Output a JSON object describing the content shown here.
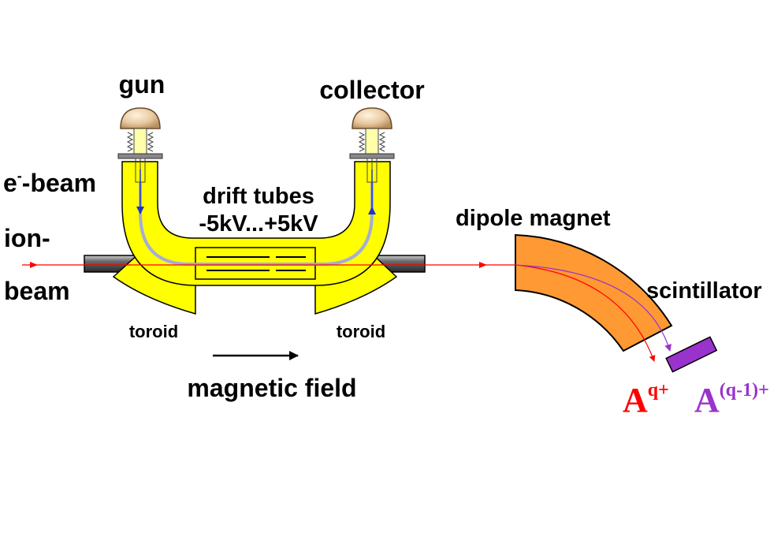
{
  "labels": {
    "gun": "gun",
    "collector": "collector",
    "e_beam_prefix": "e",
    "e_beam_sup": "-",
    "e_beam_suffix": "-beam",
    "ion": "ion-",
    "beam": "beam",
    "drift_tubes_line1": "drift tubes",
    "drift_tubes_line2": "-5kV...+5kV",
    "dipole_magnet": "dipole magnet",
    "scintillator": "scintillator",
    "toroid_left": "toroid",
    "toroid_right": "toroid",
    "magnetic_field": "magnetic field",
    "ion_out_base": "A",
    "ion_out_sup": "q+",
    "ion_recomb_base": "A",
    "ion_recomb_sup": "(q-1)+"
  },
  "colors": {
    "yellow_body": "#ffff00",
    "yellow_dark": "#e6e600",
    "orange_magnet": "#ff9933",
    "purple_scintillator": "#9933cc",
    "ion_beam_red": "#ff0000",
    "electron_beam_blue": "#6f7fe0",
    "electron_arrow_blue": "#1f33cc",
    "gun_cap": "#e8c8a0",
    "pipe_gray": "#555555"
  }
}
